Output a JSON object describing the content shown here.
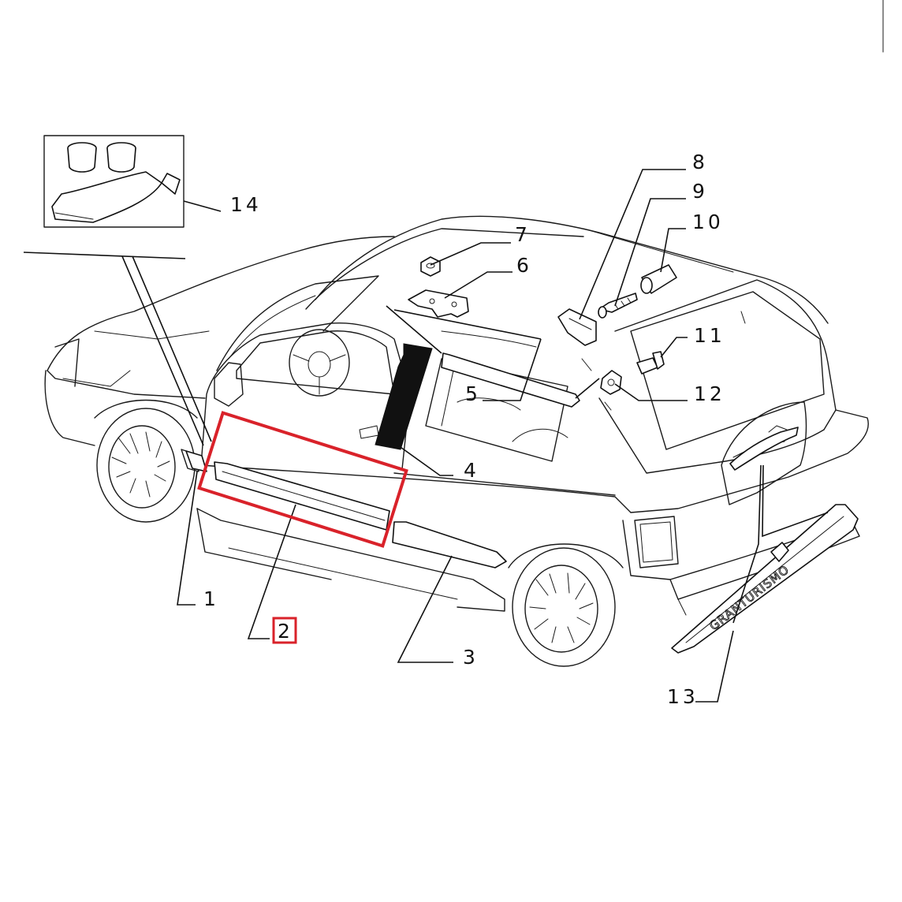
{
  "diagram": {
    "highlight_color": "#d9222a",
    "highlighted_part": "2",
    "callouts": {
      "c1": "1",
      "c2": "2",
      "c3": "3",
      "c4": "4",
      "c5": "5",
      "c6": "6",
      "c7": "7",
      "c8": "8",
      "c9": "9",
      "c10": "10",
      "c11": "11",
      "c12": "12",
      "c13": "13",
      "c14": "14"
    },
    "badge_text": "GRANTURISMO"
  }
}
